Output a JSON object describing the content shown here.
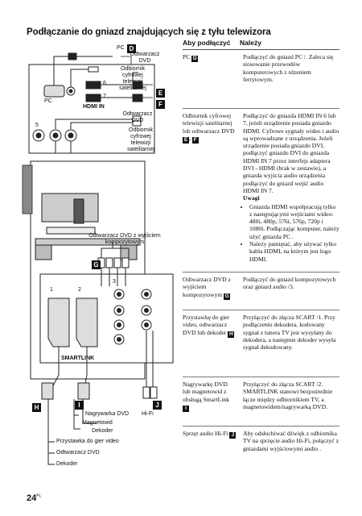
{
  "title": "Podłączanie do gniazd znajdujących się z tyłu telewizora",
  "diagram": {
    "pc_label": "PC",
    "dvd1_label": "Odtwarzacz DVD",
    "hdmi_receiver_label": "Odbiornik cyfrowej telewizji satelitarnej",
    "dvd2_label": "Odtwarzacz DVD",
    "sat_receiver_label": "Odbiornik cyfrowej telewizji satelitarnej",
    "composite_dvd_label": "Odtwarzacz DVD z wyjściem kompozytowym",
    "vcr_dvd_label": "Nagrywarka DVD",
    "vcr_label": "Magnetowid",
    "decoder_label": "Dekoder",
    "hifi_label": "Hi-Fi",
    "smartlink_label": "SMARTLINK",
    "legend_items": [
      "Przystawka do gier video",
      "Odtwarzacz DVD",
      "Dekoder"
    ],
    "port_pc": "PC",
    "port_hdmi": "HDMI IN",
    "port_in6": "6",
    "port_in7": "7",
    "port_in5": "5",
    "port_in3": "3",
    "port_in2": "2",
    "port_in1": "1",
    "badges": {
      "D": "D",
      "E": "E",
      "F": "F",
      "G": "G",
      "H": "H",
      "I": "I",
      "J": "J"
    }
  },
  "table": {
    "col1": "Aby podłączyć",
    "col2": "Należy",
    "rows": [
      {
        "device": "PC",
        "badge": "D",
        "text": "Podłączyć do gniazd PC /. Zaleca się stosowanie przewodów komputerowych z rdzeniem ferrytowym."
      },
      {
        "device": "Odbiornik cyfrowej telewizji satelitarnej lub odtwarzacz DVD",
        "badges": [
          "E",
          "F"
        ],
        "text": "Podłączyć do gniazda HDMI IN 6 lub 7, jeżeli urządzenie posiada gniazdo HDMI. Cyfrowe sygnały wideo i audio są wprowadzane z urządzenia. Jeżeli urządzenie posiada gniazdo DVI, podłączyć gniazdo DVI do gniazda HDMI IN 7 przez interfejs adaptera DVI - HDMI (brak w zestawie), a gniazda wyjścia audio urządzenia podłączyć do gniazd wejść audio HDMI IN 7.",
        "notes_title": "Uwagi",
        "notes": [
          "Gniazda HDMI współpracują tylko z następującymi wejściami wideo: 480i, 480p, 576i, 576p, 720p i 1080i. Podłączając komputer, należy użyć gniazda PC .",
          "Należy pamiętać, aby używać tylko kabla HDMI, na którym jest logo HDMI."
        ]
      },
      {
        "device": "Odtwarzacz DVD z wyjściem kompozytowym",
        "badge": "G",
        "text": "Podłączyć do gniazd kompozytowych oraz gniazd audio /3."
      },
      {
        "device": "Przystawkę do gier video, odtwarzacz DVD lub dekoder",
        "badge": "H",
        "text": "Przyłączyć do złącza SCART /1. Przy podłączeniu dekodera, kodowany sygnał z tunera TV jest wysyłany do dekodera, a następnie dekoder wysyła sygnał dekodowany."
      },
      {
        "device": "Nagrywarkę DVD lub magnetowid z obsługą SmartLink",
        "badge": "I",
        "text": "Przyłączyć do złącza SCART /2. SMARTLINK stanowi bezpośrednie łącze między odbiornikiem TV, a magnetowidem/nagrywarką DVD."
      },
      {
        "device": "Sprzęt audio Hi-Fi",
        "badge": "J",
        "text": "Aby odsłuchiwać dźwięk z odbiornika TV na sprzęcie audio Hi-Fi, połączyć z gniazdami wyjściowymi audio ."
      }
    ]
  },
  "page_number": "24",
  "page_suffix": "PL"
}
